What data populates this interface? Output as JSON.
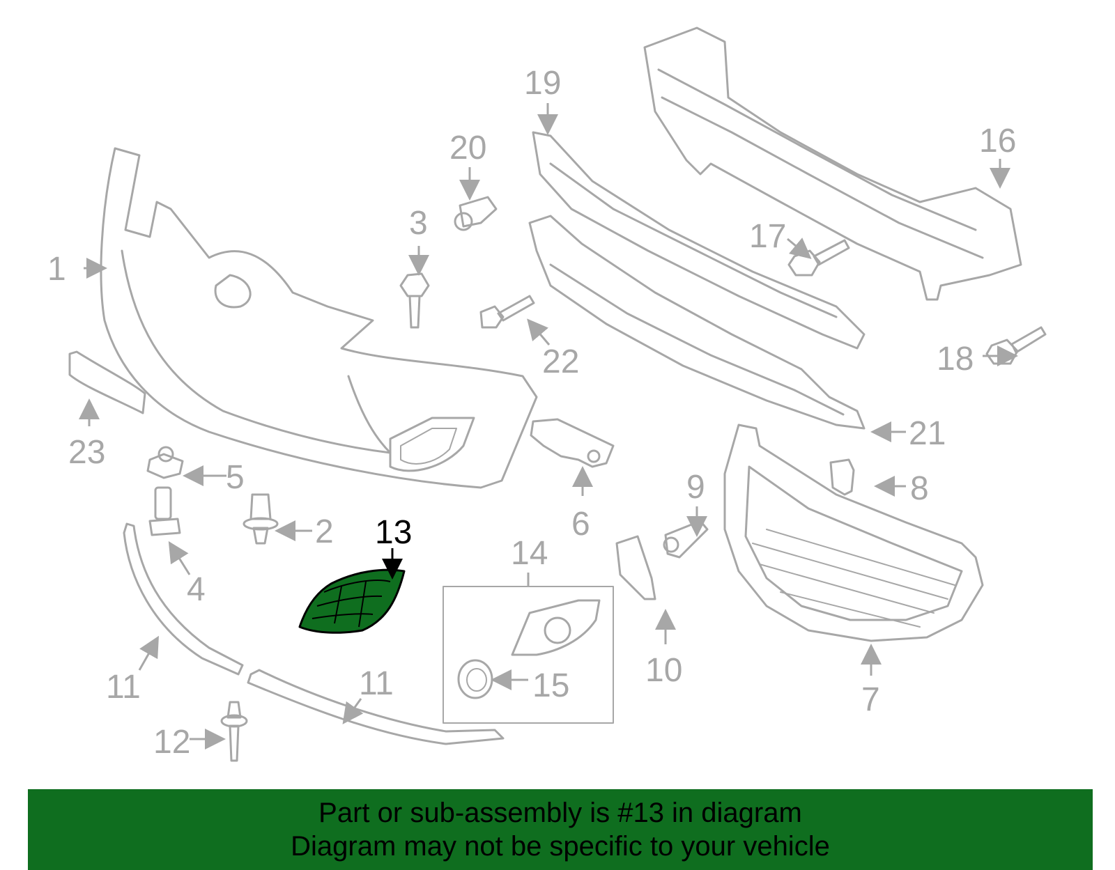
{
  "highlight_color": "#0f6e1f",
  "part_stroke_color": "#a7a7a7",
  "highlighted_part": "13",
  "callouts": {
    "c1": "1",
    "c2": "2",
    "c3": "3",
    "c4": "4",
    "c5": "5",
    "c6": "6",
    "c7": "7",
    "c8": "8",
    "c9": "9",
    "c10": "10",
    "c11a": "11",
    "c11b": "11",
    "c12": "12",
    "c13": "13",
    "c14": "14",
    "c15": "15",
    "c16": "16",
    "c17": "17",
    "c18": "18",
    "c19": "19",
    "c20": "20",
    "c21": "21",
    "c22": "22",
    "c23": "23"
  },
  "footer": {
    "line1": "Part or sub-assembly is #13 in diagram",
    "line2": "Diagram may not be specific to your vehicle"
  }
}
